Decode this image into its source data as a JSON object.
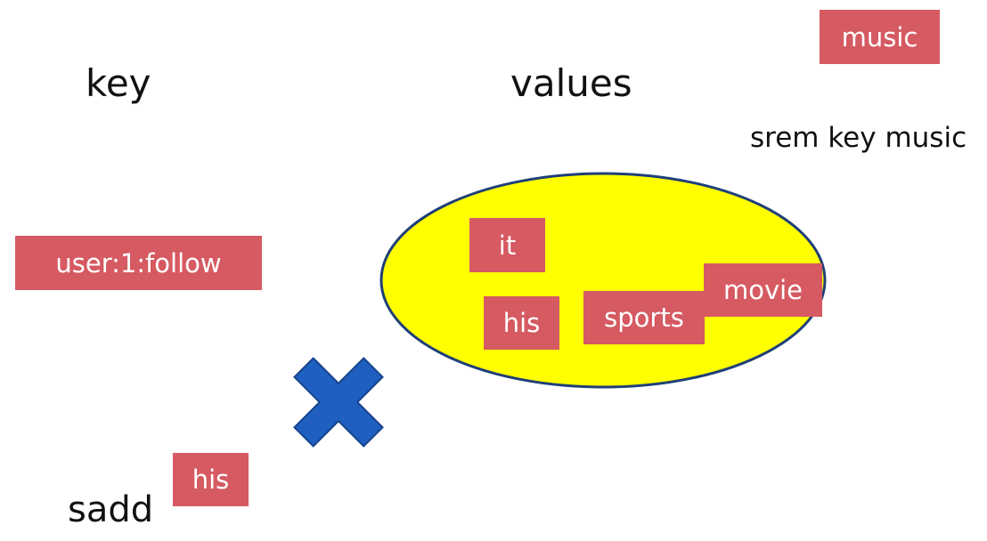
{
  "labels": {
    "key": "key",
    "values": "values",
    "srem_command": "srem key music",
    "sadd_command": "sadd"
  },
  "key_tag": "user:1:follow",
  "set_members": [
    "it",
    "his",
    "sports",
    "movie"
  ],
  "removed_member": "music",
  "added_member": "his",
  "colors": {
    "tag_fill": "#d65a62",
    "tag_text": "#ffffff",
    "set_fill": "#ffff00",
    "set_stroke": "#1f3f78",
    "cross_fill": "#1f5fbf",
    "cross_stroke": "#16448c"
  },
  "icons": {
    "rejected_operation": "blue-x-icon"
  }
}
